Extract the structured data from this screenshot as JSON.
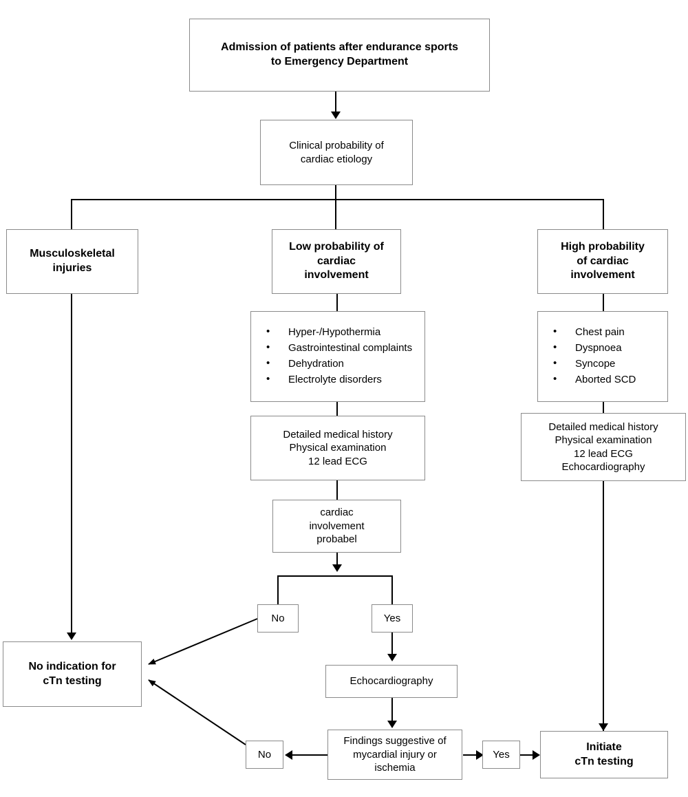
{
  "diagram": {
    "title": "Admission of patients after endurance sports to Emergency Department triage flowchart for cTn testing",
    "type": "flowchart",
    "line_color": "#000000",
    "box_border_color": "#8a8a8a",
    "background": "#ffffff",
    "nodes": {
      "admission": {
        "label": "Admission of patients after endurance sports\nto Emergency Department",
        "style": "bold"
      },
      "clinical_probability": {
        "label": "Clinical probability of\ncardiac etiology",
        "style": "plain"
      },
      "musculoskeletal": {
        "label": "Musculoskeletal\ninjuries",
        "style": "bold"
      },
      "low_probability": {
        "label": "Low probability of\ncardiac\ninvolvement",
        "style": "bold"
      },
      "high_probability": {
        "label": "High probability\nof cardiac\ninvolvement",
        "style": "bold"
      },
      "low_symptoms": {
        "items": [
          "Hyper-/Hypothermia",
          "Gastrointestinal complaints",
          "Dehydration",
          "Electrolyte disorders"
        ]
      },
      "high_symptoms": {
        "items": [
          "Chest pain",
          "Dyspnoea",
          "Syncope",
          "Aborted SCD"
        ]
      },
      "workup_low": {
        "label": "Detailed medical history\nPhysical examination\n12 lead ECG",
        "style": "plain"
      },
      "workup_high": {
        "label": "Detailed medical history\nPhysical examination\n12 lead ECG\nEchocardiography",
        "style": "plain"
      },
      "cardiac_involvement_probable": {
        "label": "cardiac\ninvolvement\nprobabel",
        "style": "plain"
      },
      "decision_no_1": {
        "label": "No",
        "style": "plain"
      },
      "decision_yes_1": {
        "label": "Yes",
        "style": "plain"
      },
      "echocardiography": {
        "label": "Echocardiography",
        "style": "plain"
      },
      "findings": {
        "label": "Findings suggestive of\nmycardial injury or\nischemia",
        "style": "plain"
      },
      "decision_no_2": {
        "label": "No",
        "style": "plain"
      },
      "decision_yes_2": {
        "label": "Yes",
        "style": "plain"
      },
      "no_indication": {
        "label": "No indication for\ncTn testing",
        "style": "bold"
      },
      "initiate": {
        "label": "Initiate\ncTn testing",
        "style": "bold"
      }
    }
  }
}
